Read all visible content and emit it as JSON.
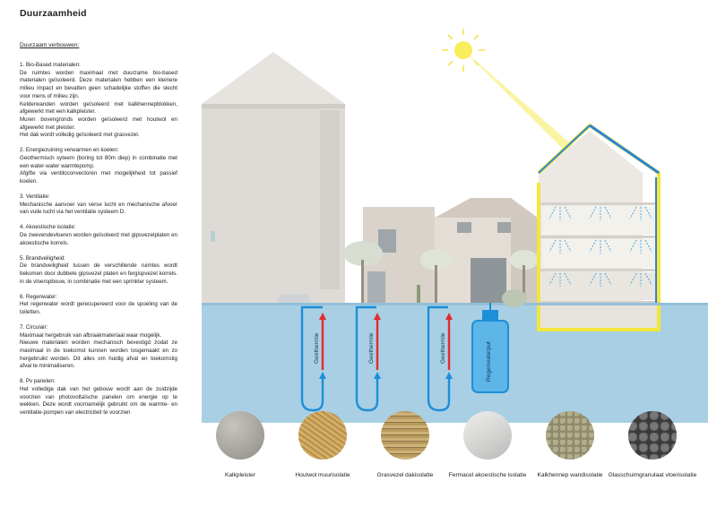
{
  "title": "Duurzaamheid",
  "subtitle": "Duurzaam verbouwen:",
  "sections": [
    {
      "heading": "1. Bio-Based materialen:",
      "lines": [
        "De ruimtes worden maximaal met duurzame bio-based materialen geïsoleerd. Deze materialen hebben een kleinere milieu impact en bevatten geen schadelijke stoffen die slecht voor mens of milieu zijn.",
        "Kelderwanden worden geïsoleerd met kalkhennepblokken, afgewerkt met een kalkpleister.",
        "Muren bovengronds worden geïsoleerd met houtwol en afgewerkt met pleister.",
        "Het dak wordt volledig geïsoleerd met grasvezel."
      ]
    },
    {
      "heading": "2. Energiezuining verwarmen en koelen:",
      "lines": [
        "Geothermisch syteem (boring tot 80m diep) in combinatie met een water-water warmtepomp.",
        "Afgifte via ventiloconvectoren met mogelijkheid tot passief koelen."
      ]
    },
    {
      "heading": "3. Ventilatie:",
      "lines": [
        "Mechanische aanvoer van verse lucht en mechanische afvoer van vuile lucht via het ventilatie systeem D."
      ]
    },
    {
      "heading": "4. Akoestische isolatie:",
      "lines": [
        "De zwevendevloeren worden geïsoleerd met gipsvezelplaten en akoestische korrels."
      ]
    },
    {
      "heading": "5. Brandveiligheid:",
      "lines": [
        "De brandveiligheid tussen de verschillende ruimtes wordt bekomen door dubbele gipsvezel platen en fergispvezel korrels. in de vloeropbouw, in combinatie met een sprinkler systeem."
      ]
    },
    {
      "heading": "6. Regenwater:",
      "lines": [
        "Het regenwater wordt gerecupereerd voor de spoeling van de toiletten."
      ]
    },
    {
      "heading": "7. Circulair:",
      "lines": [
        "Maximaal hergebruik van afbraakmateriaal waar mogelijk.",
        "Nieuwe materialen worden mechanisch bevestigd zodat ze maximaal in de toekomst kunnen worden losgemaakt en zo hergebruikt worden. Dit alles om huidig afval en toekomstig afval te minimaliseren."
      ]
    },
    {
      "heading": "8. Pv panelen:",
      "lines": [
        "Het volledige dak van het gebouw wordt aan de zuidzijde voorzien van photovoltaïsche panelen om energie op te wekken. Deze wordt voornamelijk gebruikt om de warmte- en ventilatie-pompen van electriciteit te voorzien"
      ]
    }
  ],
  "diagram": {
    "geothermie_label": "Geothermie",
    "tank_label": "Regenwaterput"
  },
  "materials": [
    {
      "label": "Kalkpleister",
      "color": "#a9a59f",
      "texture": "plaster"
    },
    {
      "label": "Houtwol muurisolatie",
      "color": "#c8a05a",
      "texture": "woodwool"
    },
    {
      "label": "Grasvezel dakisolatie",
      "color": "#b99a5e",
      "texture": "grass"
    },
    {
      "label": "Fermacel akoestische isolatie",
      "color": "#d6d6d4",
      "texture": "fermacell"
    },
    {
      "label": "Kalkhennep  wandisolatie",
      "color": "#8f8a6e",
      "texture": "hemp"
    },
    {
      "label": "Glasschuimgranulaat vloerisolatie",
      "color": "#3a3a3a",
      "texture": "glassfoam"
    }
  ],
  "colors": {
    "ground": "#a9cfe4",
    "pipe": "#1d8fd8",
    "hot_arrow": "#e32b2b",
    "insulation": "#f3e63c",
    "ventilation": "#48a8e6"
  }
}
